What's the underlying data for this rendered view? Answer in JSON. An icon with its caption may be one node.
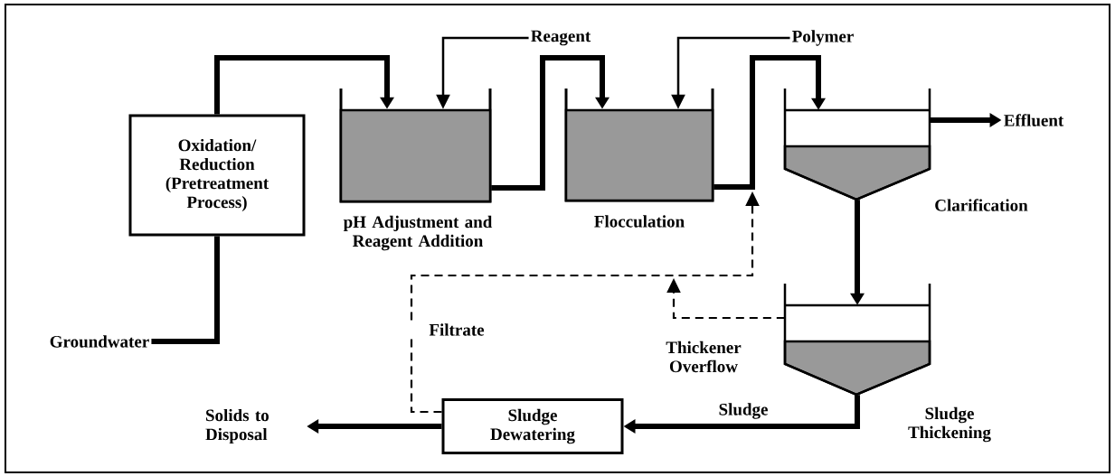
{
  "diagram": {
    "nodes": [
      {
        "text": [
          "Groundwater"
        ]
      },
      {
        "text": [
          "Oxidation/ Reduction (Pretreatment Process)"
        ]
      },
      {
        "text": [
          "pH Adjustment and Reagent Addition"
        ]
      },
      {
        "text": [
          "Flocculation"
        ]
      },
      {
        "text": [
          "Clarification"
        ]
      },
      {
        "text": [
          "Sludge Thickening"
        ]
      },
      {
        "text": [
          "Sludge Dewatering"
        ]
      },
      {
        "text": [
          "Reagent"
        ]
      },
      {
        "text": [
          "Polymer"
        ]
      },
      {
        "text": [
          "Effluent"
        ]
      },
      {
        "text": [
          "Solids to Disposal"
        ]
      }
    ],
    "edges": [
      {
        "from": 0,
        "to": 1,
        "arrow": "none"
      },
      {
        "from": 1,
        "to": 2,
        "arrow": "to"
      },
      {
        "from": 7,
        "to": 2,
        "arrow": "to"
      },
      {
        "from": 2,
        "to": 3,
        "arrow": "to"
      },
      {
        "from": 8,
        "to": 3,
        "arrow": "to"
      },
      {
        "from": 3,
        "to": 4,
        "arrow": "to"
      },
      {
        "from": 4,
        "to": 9,
        "arrow": "to"
      },
      {
        "from": 4,
        "to": 5,
        "arrow": "to"
      },
      {
        "from": 5,
        "to": 6,
        "arrow": "to",
        "label": "Sludge"
      },
      {
        "from": 6,
        "to": 10,
        "arrow": "to"
      },
      {
        "from": 6,
        "to": null,
        "arrow": "to",
        "label": "Filtrate",
        "style": "dashed"
      },
      {
        "from": 5,
        "to": null,
        "arrow": "to",
        "label": "Thickener Overflow",
        "style": "dashed"
      }
    ]
  }
}
